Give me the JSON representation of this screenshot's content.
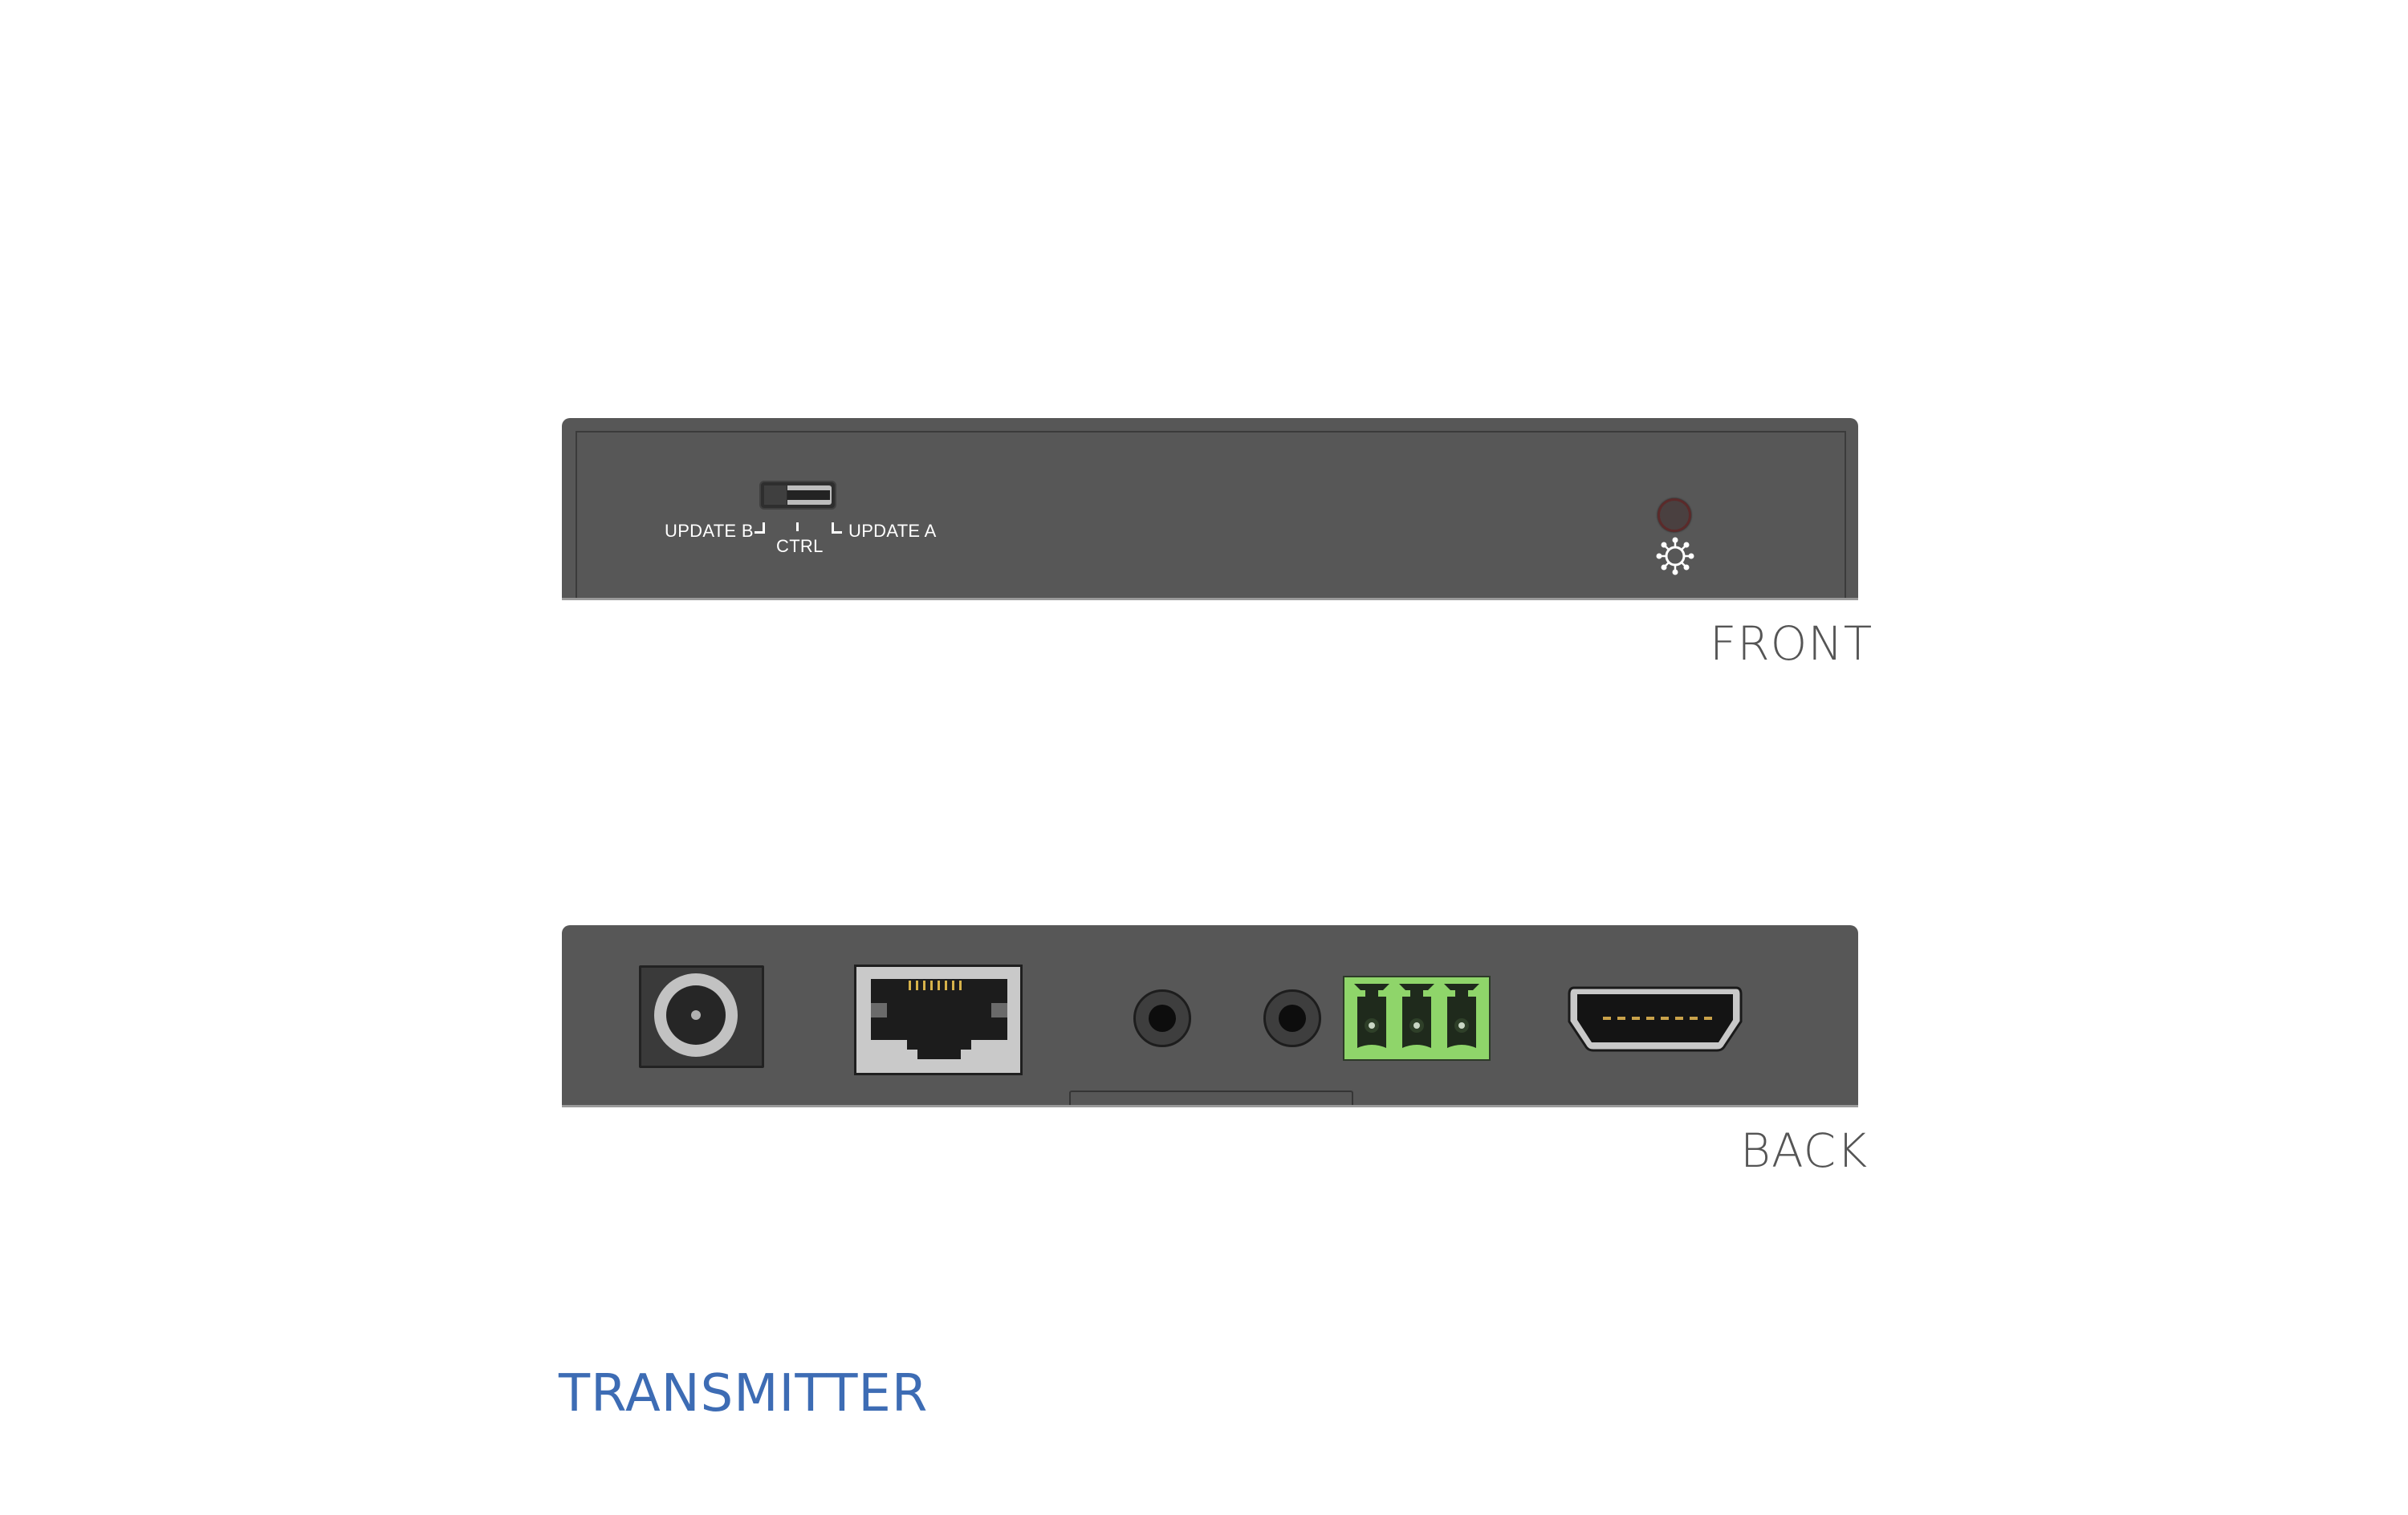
{
  "front": {
    "caption": "FRONT",
    "switch": {
      "label_left": "UPDATE B",
      "label_center": "CTRL",
      "label_right": "UPDATE A",
      "position": "UPDATE B"
    },
    "led": {
      "icon": "brightness-sun-icon",
      "color": "#5b2a2a"
    }
  },
  "back": {
    "caption": "BACK",
    "ports": [
      {
        "id": "dc-power",
        "icon": "dc-power-jack-icon"
      },
      {
        "id": "rj45",
        "icon": "ethernet-rj45-icon",
        "contacts": 8
      },
      {
        "id": "audio-jack-1",
        "icon": "audio-jack-icon"
      },
      {
        "id": "audio-jack-2",
        "icon": "audio-jack-icon"
      },
      {
        "id": "terminal-block",
        "icon": "3-pin-terminal-block-icon",
        "pins": 3,
        "color": "#8fd56a"
      },
      {
        "id": "hdmi",
        "icon": "hdmi-port-icon",
        "contacts": 8
      }
    ]
  },
  "title": {
    "text": "TRANSMITTER",
    "color": "#3d6cb4"
  },
  "colors": {
    "chassis": "#575757",
    "caption": "#555555"
  }
}
